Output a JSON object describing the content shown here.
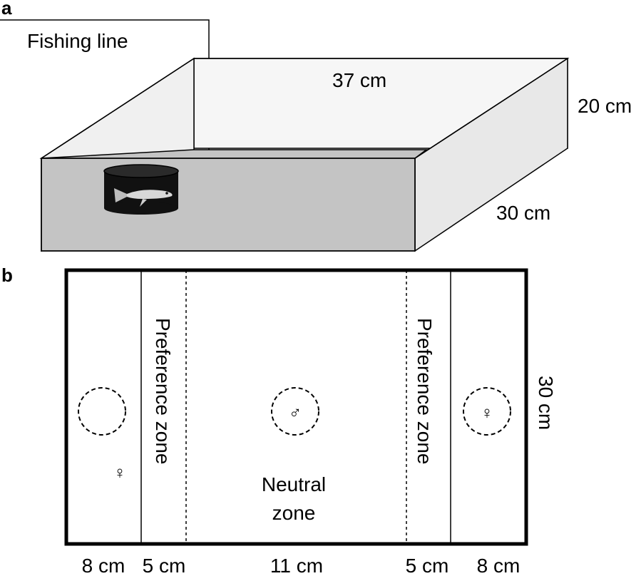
{
  "panel_a": {
    "label": "a",
    "fishing_line_label": "Fishing line",
    "length_label": "37 cm",
    "height_label": "20 cm",
    "width_label": "30 cm",
    "colors": {
      "floor": "#c4c4c4",
      "walls": "#f2f2f2",
      "cylinder": "#111111"
    }
  },
  "panel_b": {
    "label": "b",
    "left_zone_label": "Preference zone",
    "right_zone_label": "Preference zone",
    "neutral_line1": "Neutral",
    "neutral_line2": "zone",
    "left_female_symbol": "♀",
    "center_male_symbol": "♂",
    "right_female_symbol": "♀",
    "side_label": "30 cm",
    "dimensions": [
      "8 cm",
      "5 cm",
      "11 cm",
      "5 cm",
      "8 cm"
    ]
  }
}
